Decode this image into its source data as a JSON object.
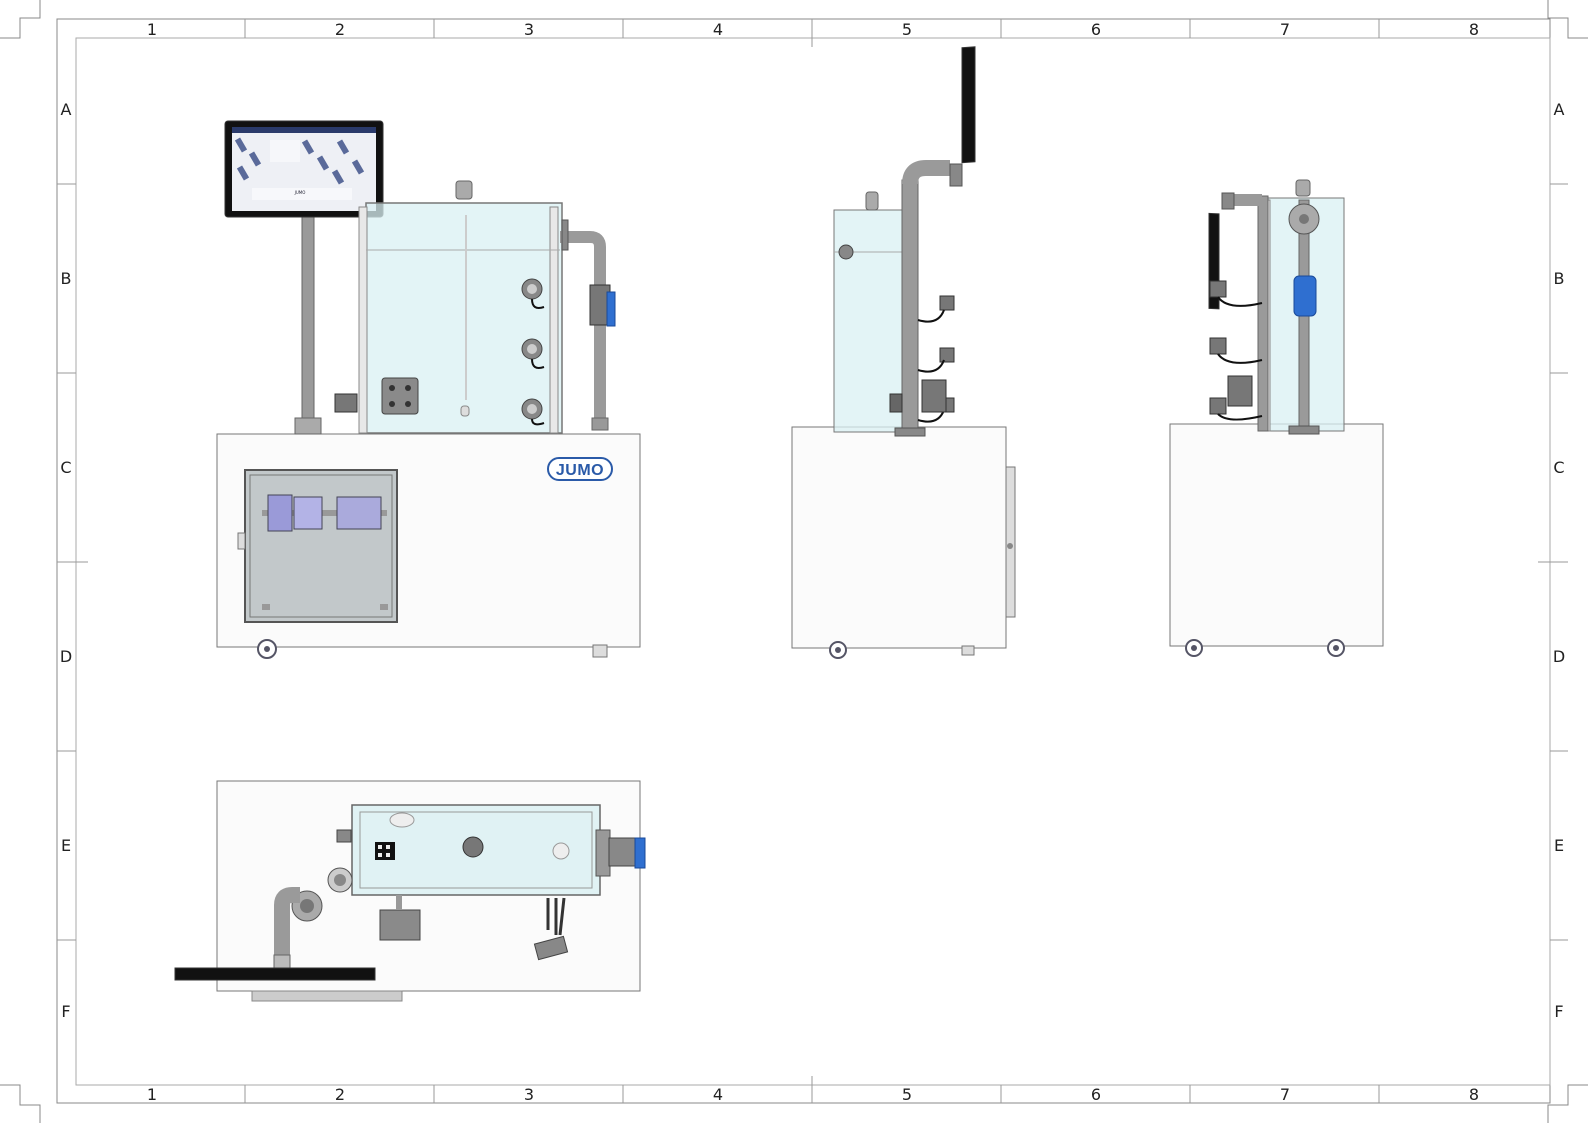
{
  "drawing": {
    "column_labels": [
      "1",
      "2",
      "3",
      "4",
      "5",
      "6",
      "7",
      "8"
    ],
    "row_labels": [
      "A",
      "B",
      "C",
      "D",
      "E",
      "F"
    ]
  },
  "brand": {
    "logo_text": "JUMO",
    "logo_color": "#2a5aa8"
  },
  "monitor": {
    "screen_text": "JUMO"
  },
  "colors": {
    "glass": "#d9f0f3",
    "pipe": "#9a9a9a",
    "accent_blue": "#2f6fd0",
    "cabinet": "#b9c0c3"
  }
}
